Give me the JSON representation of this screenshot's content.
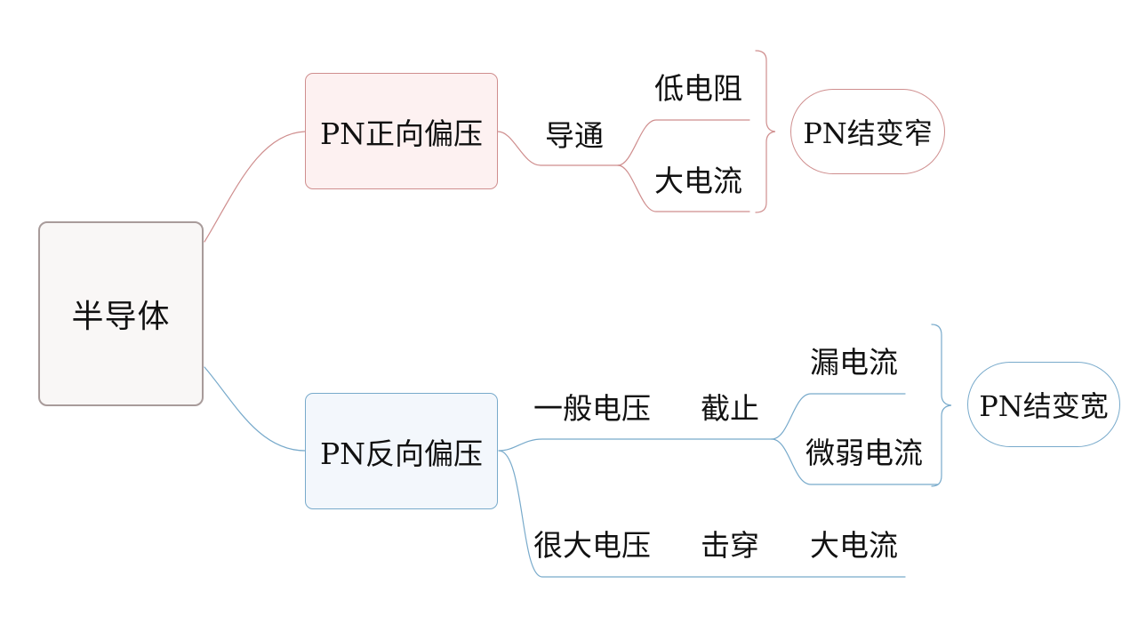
{
  "diagram": {
    "type": "mind-map",
    "colors": {
      "root_border": "#a89b9a",
      "root_fill": "#f9f7f6",
      "forward_accent": "#cf8e8e",
      "forward_fill": "#fdf1f1",
      "reverse_accent": "#78aacb",
      "reverse_fill": "#f3f7fc",
      "text": "#111111"
    },
    "root": {
      "label": "半导体"
    },
    "forward": {
      "label": "PN正向偏压",
      "state": "导通",
      "effects": [
        "低电阻",
        "大电流"
      ],
      "summary": "PN结变窄"
    },
    "reverse": {
      "label": "PN反向偏压",
      "normal": {
        "condition": "一般电压",
        "state": "截止",
        "effects": [
          "漏电流",
          "微弱电流"
        ],
        "summary": "PN结变宽"
      },
      "high": {
        "condition": "很大电压",
        "state": "击穿",
        "effect": "大电流"
      }
    }
  }
}
